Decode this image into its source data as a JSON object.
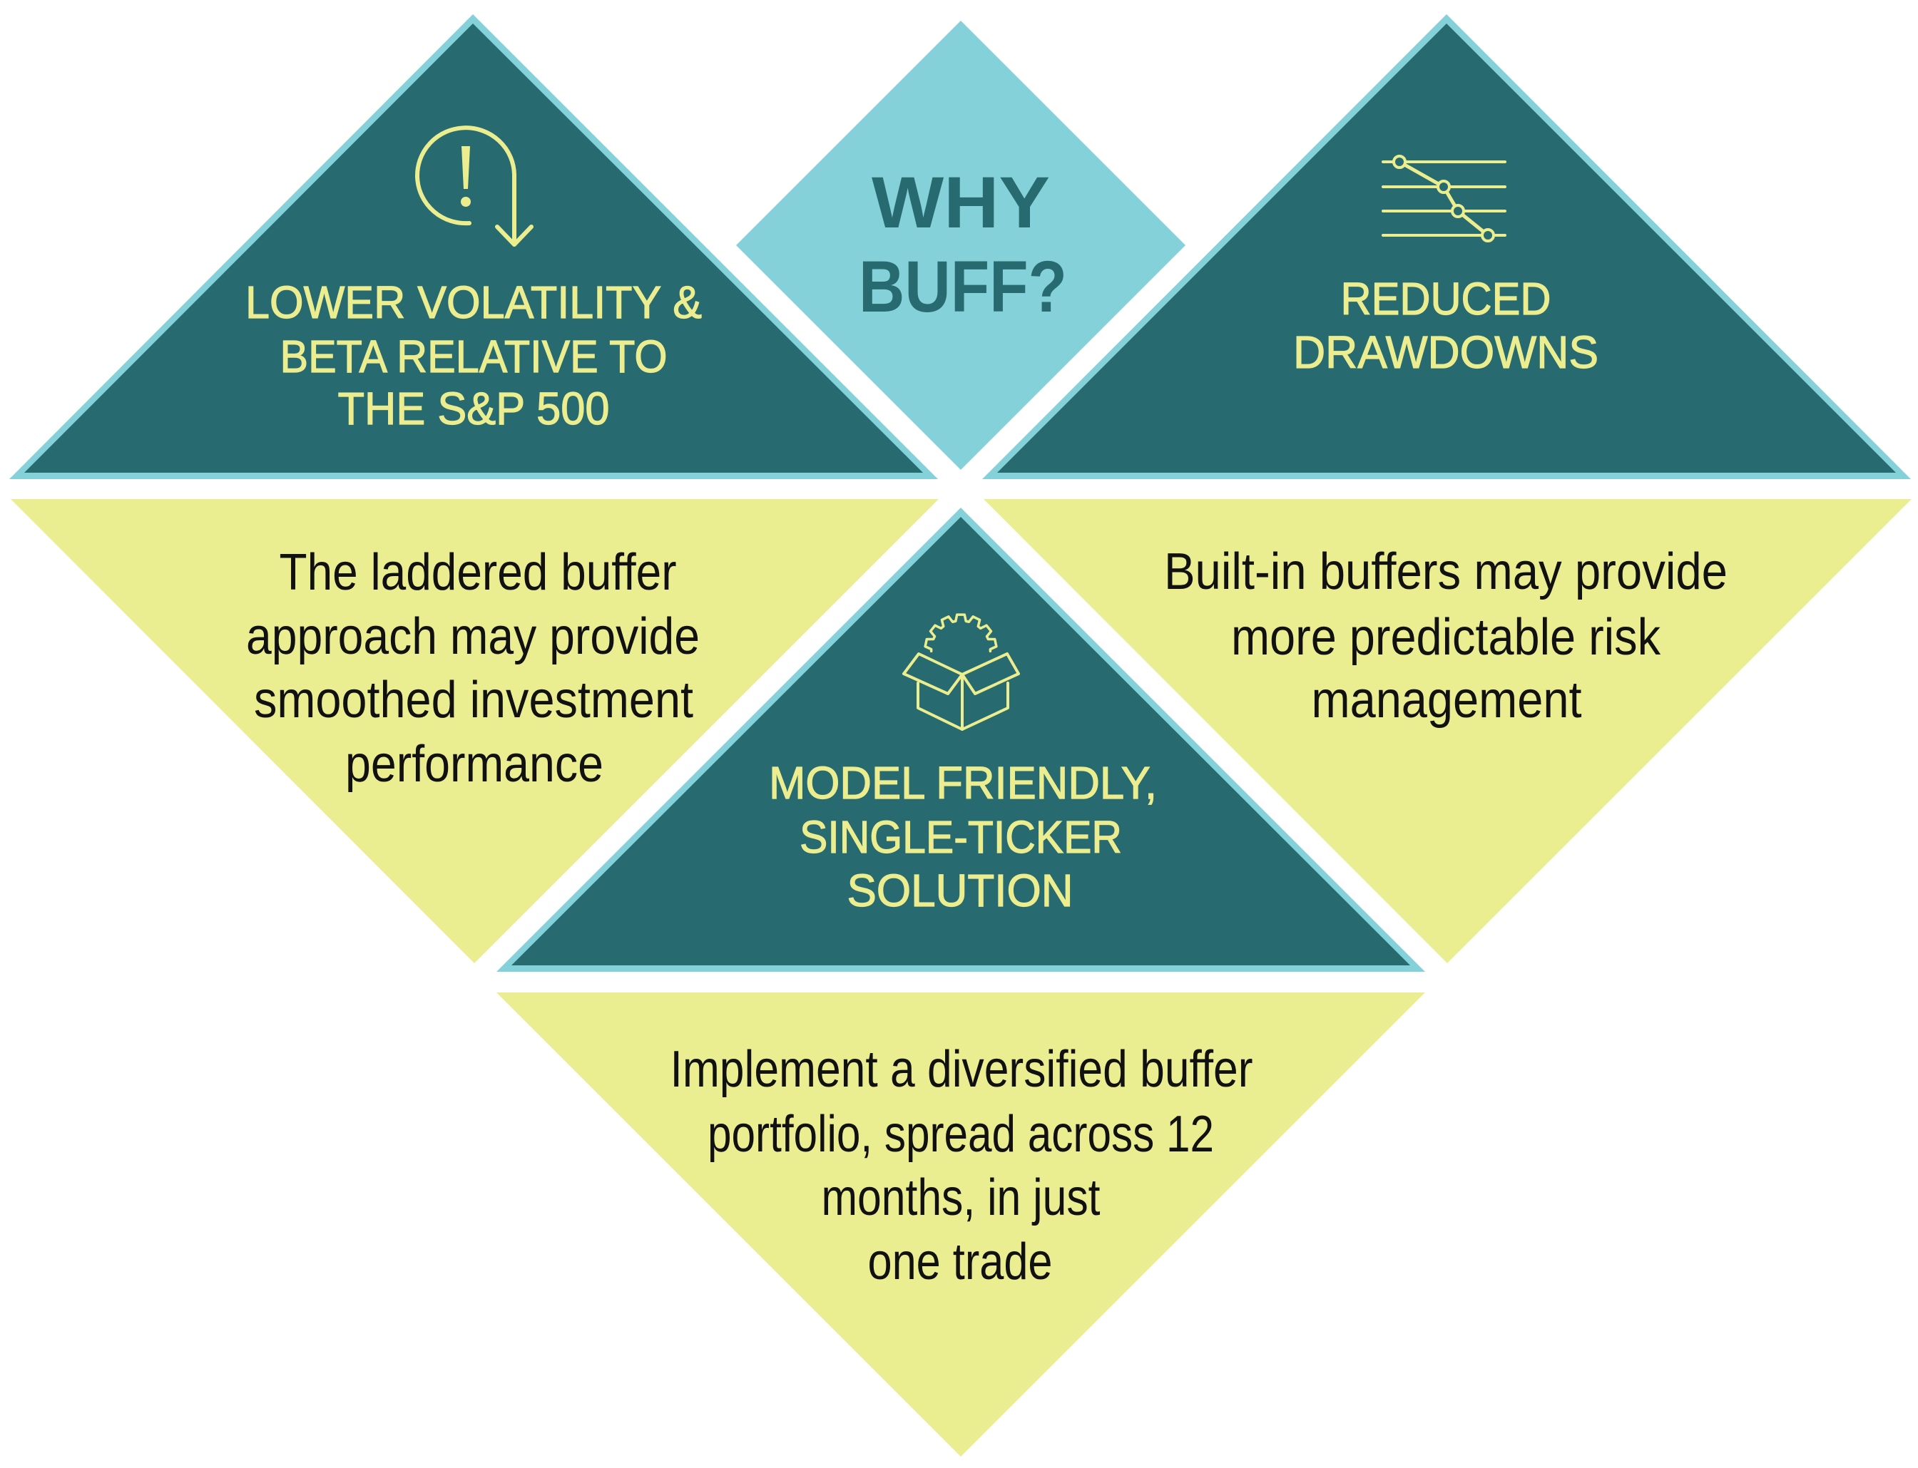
{
  "title": {
    "line1": "WHY",
    "line2": "BUFF?"
  },
  "benefits": [
    {
      "icon": "alert-arrow-down-icon",
      "heading_lines": [
        "LOWER VOLATILITY &",
        "BETA RELATIVE TO",
        "THE S&P 500"
      ],
      "description_lines": [
        "The laddered buffer",
        "approach may provide",
        "smoothed investment",
        "performance"
      ]
    },
    {
      "icon": "drawdown-steps-icon",
      "heading_lines": [
        "REDUCED",
        "DRAWDOWNS"
      ],
      "description_lines": [
        "Built-in buffers may provide",
        "more predictable risk",
        "management"
      ]
    },
    {
      "icon": "box-with-gear-icon",
      "heading_lines": [
        "MODEL FRIENDLY,",
        "SINGLE-TICKER",
        "SOLUTION"
      ],
      "description_lines": [
        "Implement a diversified buffer",
        "portfolio, spread across 12",
        "months, in just",
        "one trade"
      ]
    }
  ],
  "colors": {
    "dark_teal": "#276b71",
    "light_cyan": "#84d1d9",
    "pale_yellow": "#ebed91",
    "accent_yellow_text": "#eced8f",
    "body_text": "#111111"
  }
}
